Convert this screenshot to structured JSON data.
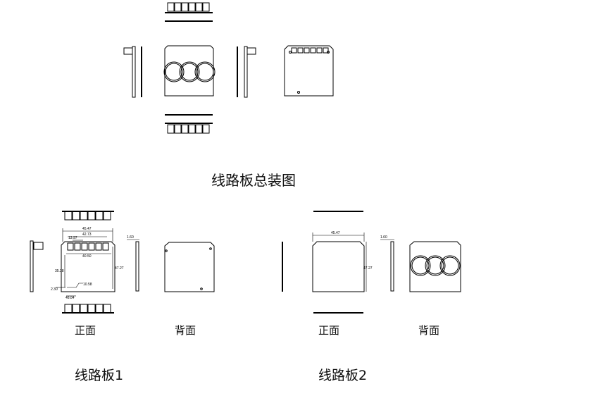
{
  "labels": {
    "assembly_title": "线路板总装图",
    "board1_front": "正面",
    "board1_back": "背面",
    "board1_caption": "线路板1",
    "board2_front": "正面",
    "board2_back": "背面",
    "board2_caption": "线路板2"
  },
  "dimensions": {
    "board1_top": "45.47",
    "board1_top_inner": "42.73",
    "board1_connector_pitch": "13.97",
    "board1_inner": "40.50",
    "board1_height": "47.27",
    "board1_left": "35.28",
    "board1_bottom_inner": "10.58",
    "board1_bottom": "48.84",
    "board1_small": "2.30",
    "board1_side": "1.60",
    "board2_width": "45.47",
    "board2_height": "47.27",
    "board2_side": "1.60"
  },
  "colors": {
    "line": "#000000",
    "text": "#111111",
    "background": "#ffffff"
  }
}
